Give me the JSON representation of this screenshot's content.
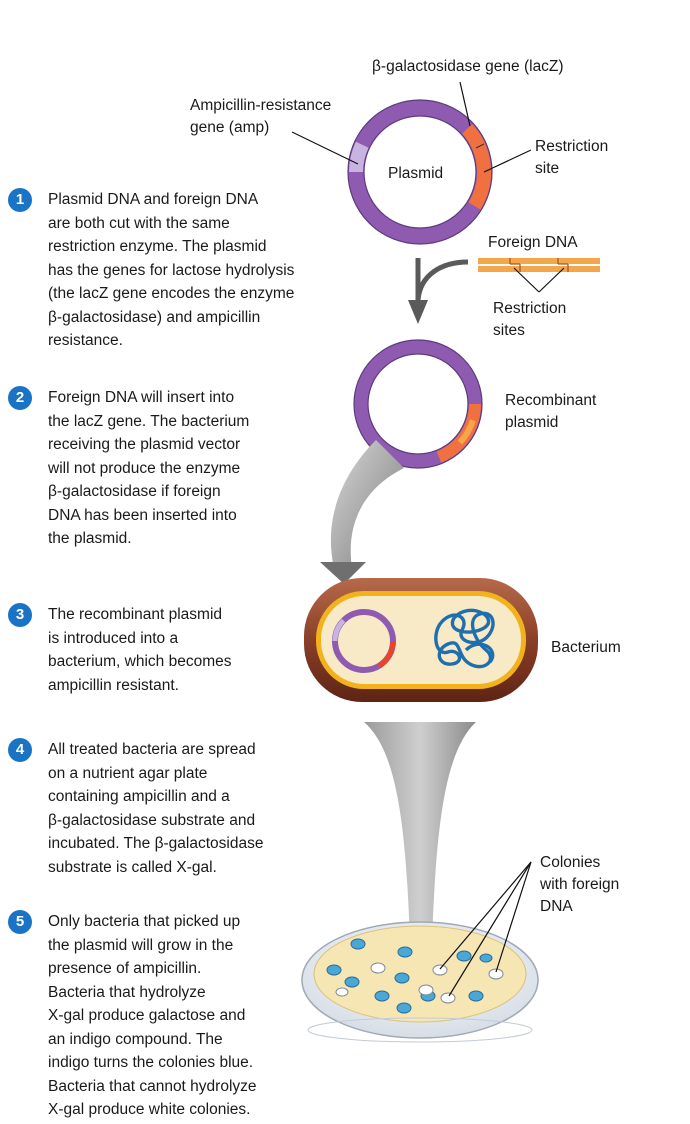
{
  "labels": {
    "lacz_gene": "β-galactosidase gene (lacZ)",
    "amp_gene": "Ampicillin-resistance\ngene (amp)",
    "plasmid": "Plasmid",
    "restriction_site": "Restriction\nsite",
    "foreign_dna": "Foreign DNA",
    "restriction_sites": "Restriction\nsites",
    "recombinant_plasmid": "Recombinant\nplasmid",
    "bacterium": "Bacterium",
    "colonies": "Colonies\nwith foreign\nDNA"
  },
  "steps": [
    {
      "number": "1",
      "text": "Plasmid DNA and foreign DNA\nare both cut with the same\nrestriction enzyme. The plasmid\nhas the genes for lactose hydrolysis\n(the lacZ gene encodes the enzyme\nβ-galactosidase) and ampicillin\nresistance."
    },
    {
      "number": "2",
      "text": "Foreign DNA will insert into\nthe lacZ gene. The bacterium\nreceiving the plasmid vector\nwill not produce the enzyme\nβ-galactosidase if foreign\nDNA has been inserted into\nthe plasmid."
    },
    {
      "number": "3",
      "text": "The recombinant plasmid\nis introduced into a\nbacterium, which becomes\nampicillin resistant."
    },
    {
      "number": "4",
      "text": "All treated bacteria are spread\non a nutrient agar plate\ncontaining ampicillin and a\nβ-galactosidase substrate and\nincubated. The β-galactosidase\nsubstrate is called X-gal."
    },
    {
      "number": "5",
      "text": "Only bacteria that picked up\nthe plasmid will grow in the\npresence of ampicillin.\nBacteria that hydrolyze\nX-gal produce galactose and\nan indigo compound. The\nindigo turns the colonies blue.\nBacteria that cannot hydrolyze\nX-gal produce white colonies."
    }
  ],
  "colors": {
    "step_badge": "#1b73c6",
    "plasmid_ring": "#8e5bb0",
    "amp_segment": "#c9b3e0",
    "lacz_segment": "#f07040",
    "foreign_dna": "#f5a64a",
    "bacterium_wall": "#7a3524",
    "bacterium_membrane": "#f2b21c",
    "cytoplasm": "#f8e9c7",
    "bacterial_dna": "#1f6fae",
    "agar": "#f6e6b4",
    "blue_colony": "#4aa8d8",
    "white_colony": "#ffffff"
  }
}
